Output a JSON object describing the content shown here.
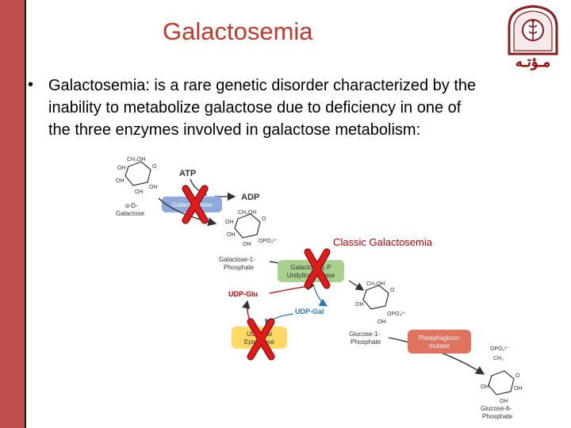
{
  "slide": {
    "title": "Galactosemia",
    "bullet_symbol": "•",
    "body_lines": [
      "Galactosemia: is a rare genetic disorder characterized by the",
      "inability to metabolize galactose due to deficiency in one of",
      "the three enzymes involved in galactose metabolism:"
    ],
    "logo_text": "مـؤتـه"
  },
  "diagram": {
    "molecule_labels": {
      "ch2oh": "CH₂OH",
      "oh": "OH",
      "o": "O",
      "opo3": "OPO₃²⁻",
      "ch2": "CH₂"
    },
    "galactose": [
      "α-D-",
      "Galactose"
    ],
    "galactose_1_phosphate": [
      "Galactose-1-",
      "Phosphate"
    ],
    "glucose_1_phosphate": [
      "Glucose-1-",
      "Phosphate"
    ],
    "glucose_6_phosphate": [
      "Glucose-6-",
      "Phosphate"
    ],
    "atp": "ATP",
    "adp": "ADP",
    "udp_glu": "UDP-Glu",
    "udp_gal": "UDP-Gal",
    "enzyme_galactokinase": "Galactokinase",
    "enzyme_transferase": [
      "Galactose-1-P",
      "Uridyltransferase"
    ],
    "enzyme_epimerase": [
      "UDP-Gal",
      "Epimerase"
    ],
    "enzyme_phosphoglucomutase": [
      "Phosphogluco-",
      "mutase"
    ],
    "classic_label": "Classic Galactosemia",
    "colors": {
      "kinase": "#8faadc",
      "transferase": "#a9d18e",
      "epimerase": "#ffd966",
      "mutase": "#e0735f",
      "cross": "#e01b1b",
      "arrow": "#333333",
      "highlight": "#c00000",
      "title": "#c0392b",
      "bar": "#c0504d"
    }
  }
}
